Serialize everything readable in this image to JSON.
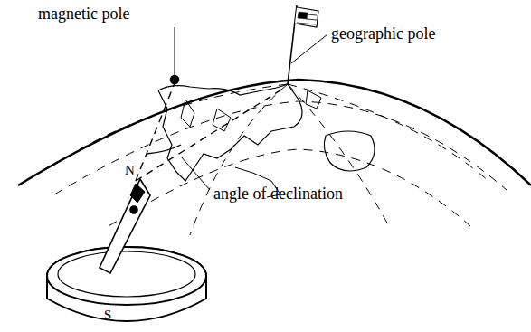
{
  "diagram": {
    "labels": [
      "magnetic pole",
      "geographic pole",
      "angle of declination",
      "N",
      "S"
    ]
  }
}
